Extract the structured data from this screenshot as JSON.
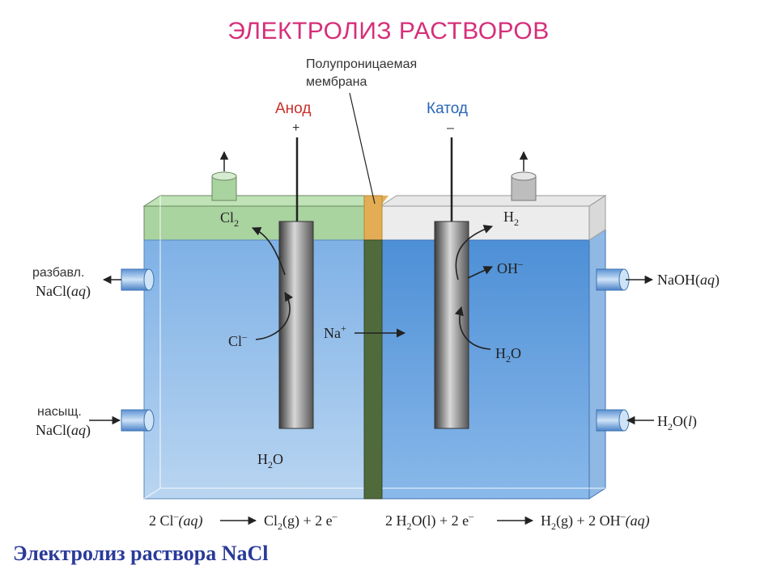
{
  "title": "ЭЛЕКТРОЛИЗ РАСТВОРОВ",
  "footer": "Электролиз раствора NaCl",
  "labels": {
    "membrane_line1": "Полупроницаемая",
    "membrane_line2": "мембрана",
    "anode": "Анод",
    "anode_sign": "+",
    "cathode": "Катод",
    "cathode_sign": "–",
    "cl2": "Cl",
    "cl2_sub": "2",
    "h2": "H",
    "h2_sub": "2",
    "cl_minus": "Cl",
    "cl_minus_sup": "–",
    "na_plus": "Na",
    "na_plus_sup": "+",
    "oh_minus": "OH",
    "oh_minus_sup": "–",
    "h2o_right": "H",
    "h2o_right_sub": "2",
    "h2o_right_tail": "O",
    "h2o_bottom": "H",
    "h2o_bottom_sub": "2",
    "h2o_bottom_tail": "O",
    "dilute_line1": "разбавл.",
    "dilute_line2": "NaCl(",
    "dilute_aq": "aq",
    "dilute_close": ")",
    "saturated_line1": "насыщ.",
    "saturated_line2": "NaCl(",
    "saturated_aq": "aq",
    "saturated_close": ")",
    "naoh": "NaOH(",
    "naoh_aq": "aq",
    "naoh_close": ")",
    "water_in": "H",
    "water_in_sub": "2",
    "water_in_tail": "O(",
    "water_in_l": "l",
    "water_in_close": ")"
  },
  "equations": {
    "anode_left": "2 Cl",
    "anode_left_sup": "–",
    "anode_left_state": "(aq)",
    "anode_right": "Cl",
    "anode_right_sub": "2",
    "anode_right_tail": "(g) + 2 e",
    "anode_right_sup": "–",
    "cathode_left": "2 H",
    "cathode_left_sub": "2",
    "cathode_left_tail": "O(l) + 2 e",
    "cathode_left_sup": "–",
    "cathode_right": "H",
    "cathode_right_sub": "2",
    "cathode_right_tail": "(g) + 2 OH",
    "cathode_right_sup": "–",
    "cathode_right_state": "(aq)"
  },
  "colors": {
    "title": "#d62f7a",
    "anode": "#c8312b",
    "cathode": "#2a64b8",
    "footer": "#2a3a9a",
    "solution": "#6ea6de",
    "membrane": "#4f6b3c"
  }
}
